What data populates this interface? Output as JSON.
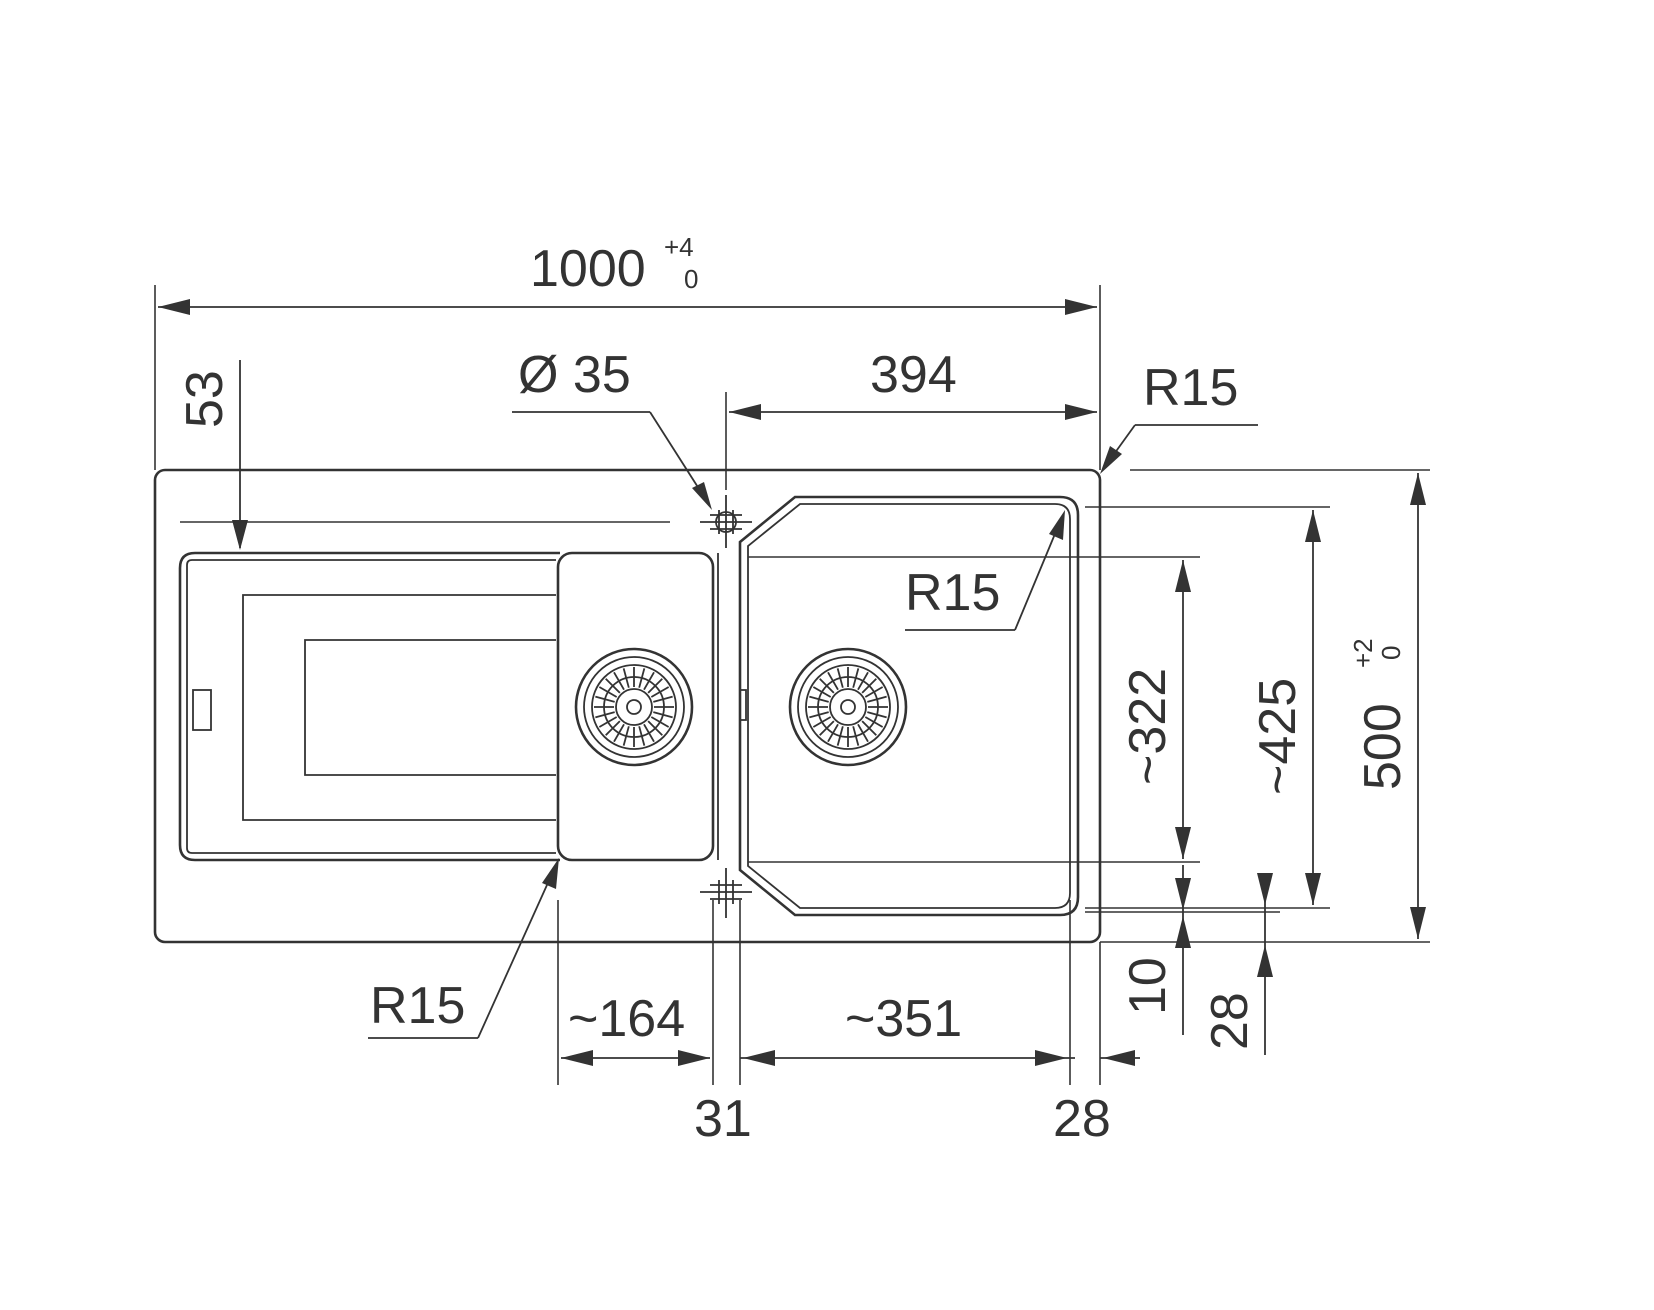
{
  "drawing": {
    "overall_width": {
      "value": "1000",
      "tol_upper": "+4",
      "tol_lower": "0"
    },
    "overall_depth": {
      "value": "500",
      "tol_upper": "+2",
      "tol_lower": "0"
    },
    "tap_hole": "Ø 35",
    "tap_to_edge": "394",
    "radius_top_right": "R15",
    "radius_bowl": "R15",
    "radius_small_bowl": "R15",
    "drainer_offset": "53",
    "bowl_depth_inner": "~322",
    "bowl_depth_outer": "~425",
    "small_bowl_width": "~164",
    "main_bowl_width": "~351",
    "divider": "31",
    "right_rim": "28",
    "front_offset_a": "10",
    "front_offset_b": "28"
  },
  "colors": {
    "line": "#333333",
    "background": "#ffffff"
  }
}
